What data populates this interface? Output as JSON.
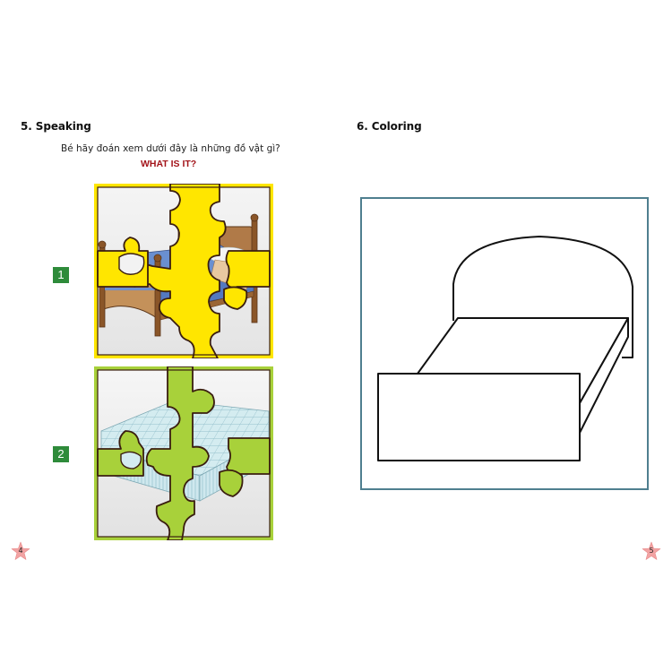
{
  "left_page": {
    "section_title": "5. Speaking",
    "instruction": "Bé hãy đoán xem dưới đây là những đồ vật gì?",
    "prompt": "WHAT IS IT?",
    "puzzles": [
      {
        "number": "1",
        "subject": "bed",
        "frame_color": "#ffe600"
      },
      {
        "number": "2",
        "subject": "mattress",
        "frame_color": "#a8d13a"
      }
    ],
    "page_number": "4"
  },
  "right_page": {
    "section_title": "6. Coloring",
    "coloring_subject": "bed outline",
    "frame_color": "#4f7f8f",
    "page_number": "5"
  },
  "colors": {
    "badge_green": "#2e8b3a",
    "prompt_red": "#a3141a",
    "star_pink": "#f2a3a3",
    "piece_outline": "#3a1e10"
  }
}
